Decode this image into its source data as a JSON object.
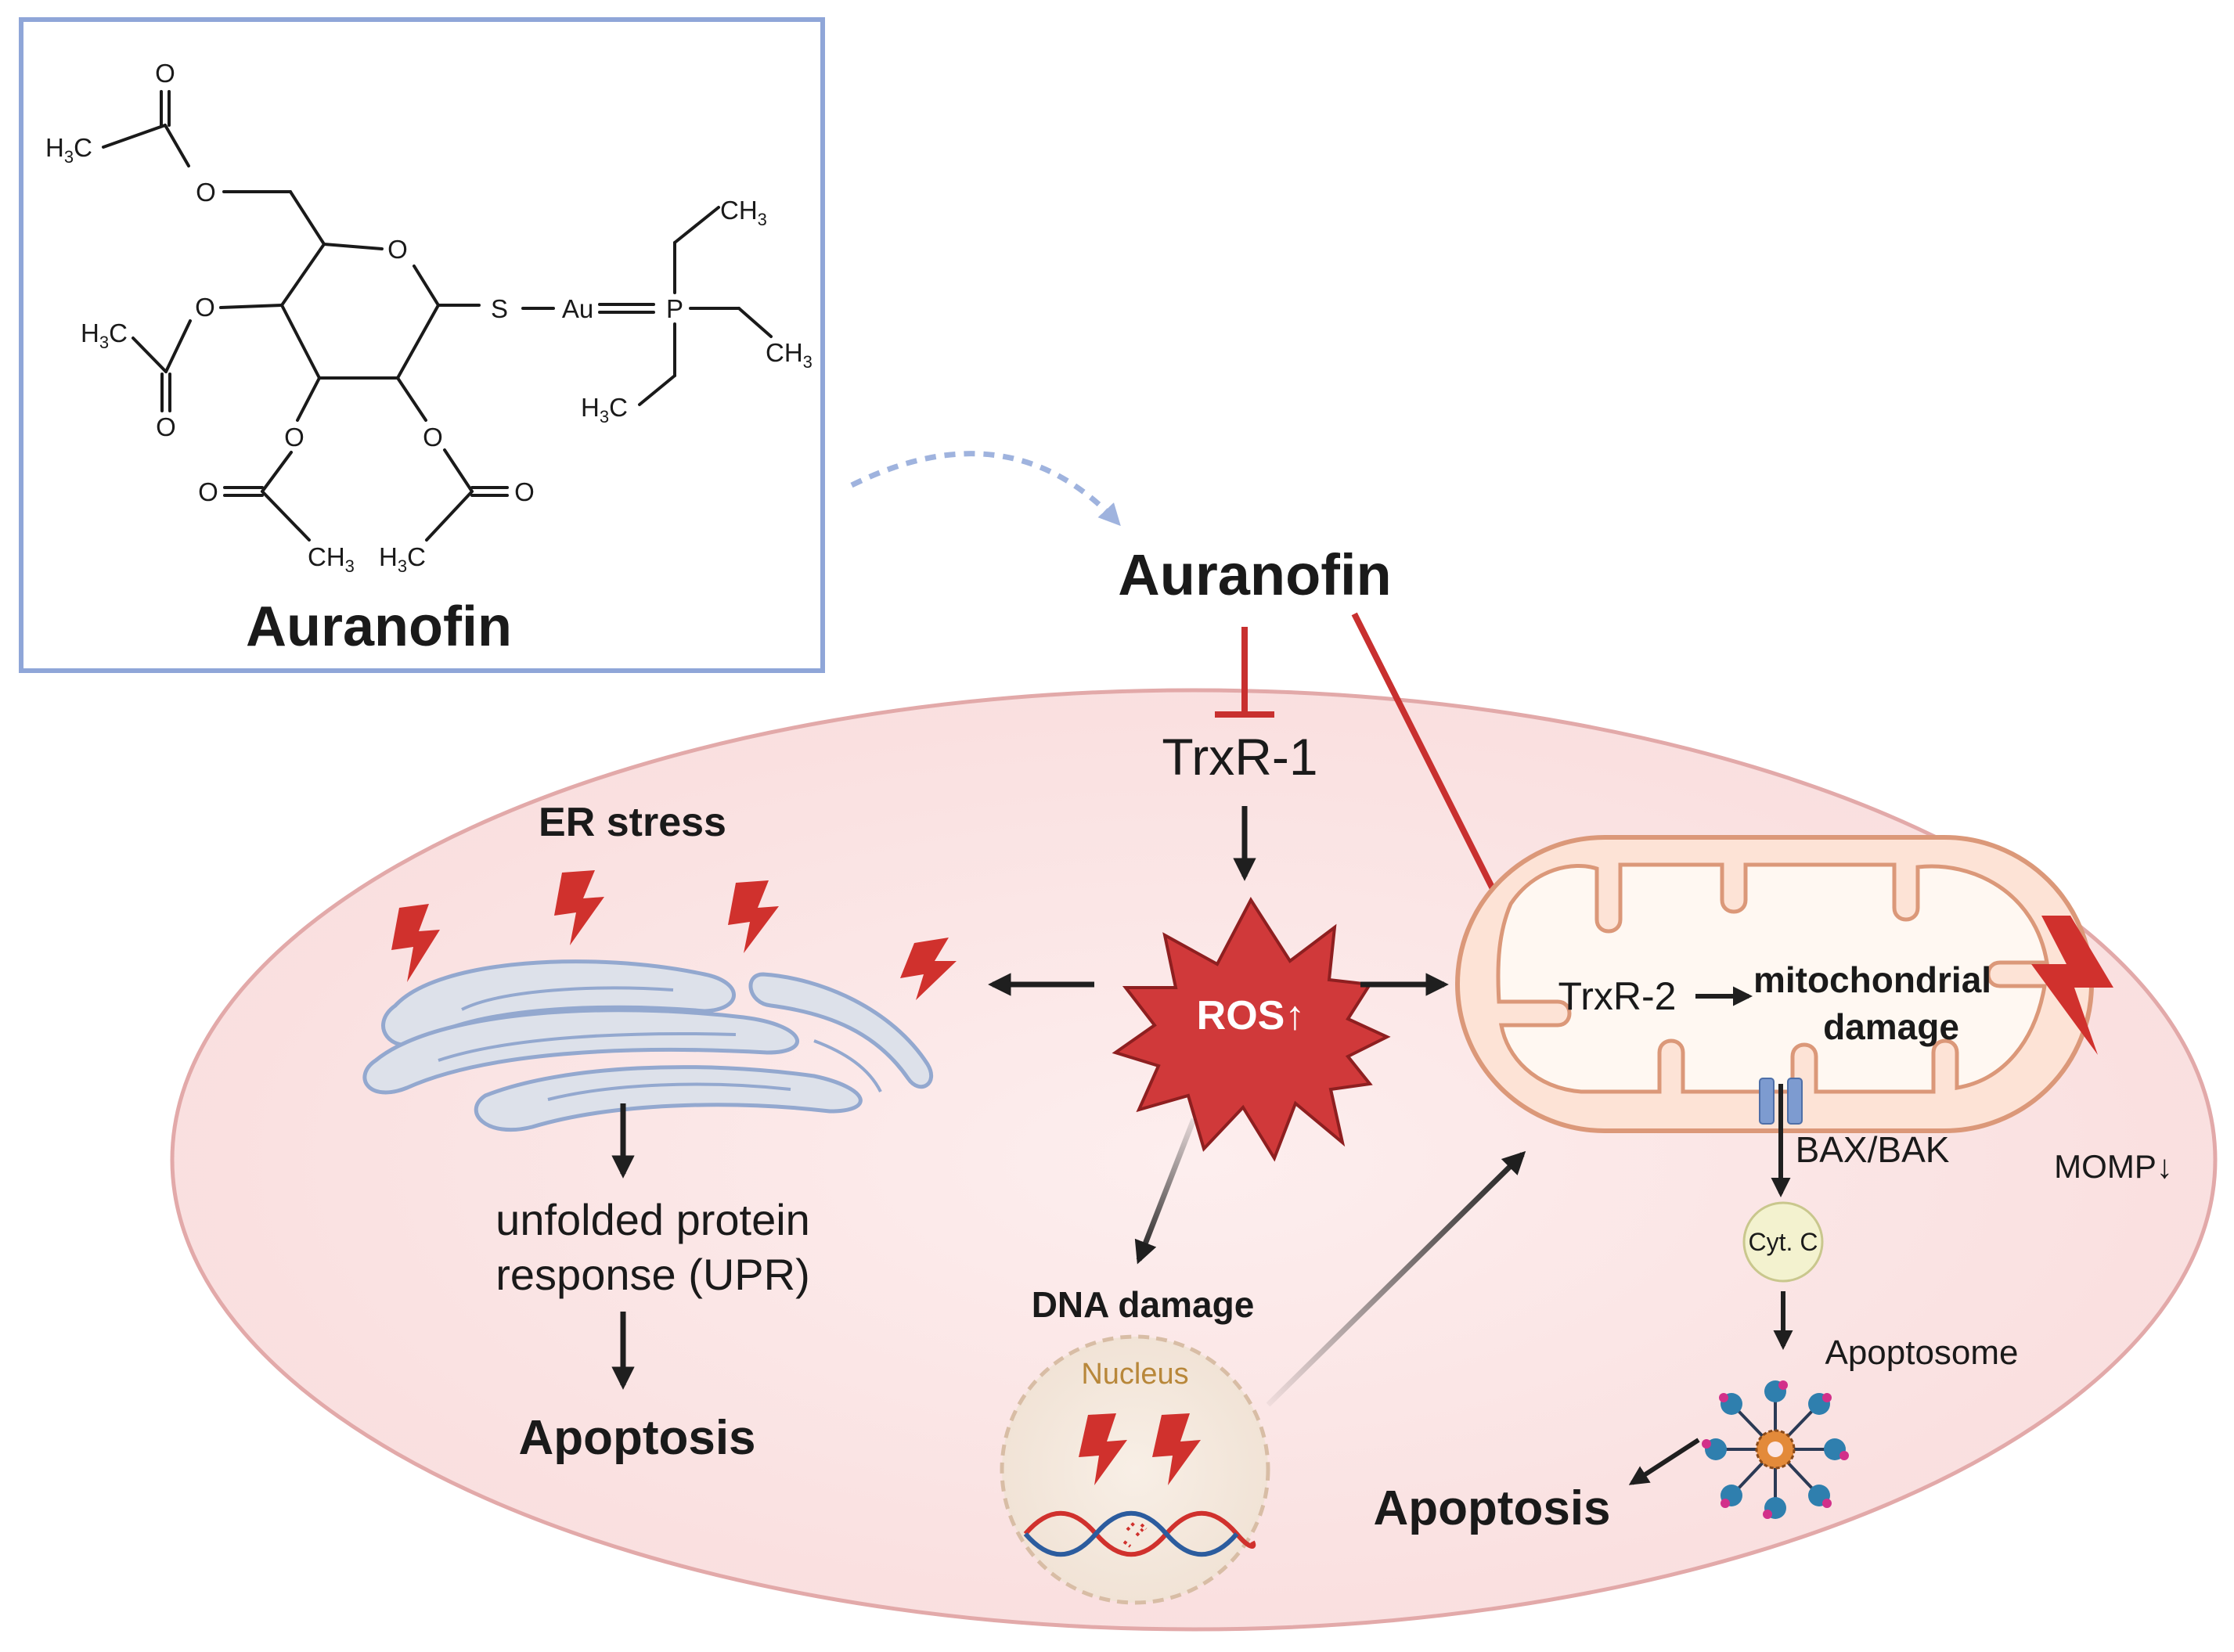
{
  "structure_box": {
    "title": "Auranofin",
    "atoms": {
      "o_top": "O",
      "h3c_top": "H3C",
      "o_ester_top": "O",
      "o_ring": "O",
      "o_ester_left": "O",
      "h3c_left": "H3C",
      "o_carbonyl_left": "O",
      "o_ester_bottom_left": "O",
      "o_ester_bottom_right": "O",
      "o_carbonyl_bottom_left": "O",
      "o_carbonyl_bottom_right": "O",
      "ch3_bottom_left": "CH3",
      "h3c_bottom_right": "H3C",
      "sulfur": "S",
      "gold": "Au",
      "phosphorus": "P",
      "ch3_p_top": "CH3",
      "ch3_p_right": "CH3",
      "h3c_p_bottom": "H3C"
    }
  },
  "drug_label": "Auranofin",
  "targets": {
    "trxr1": "TrxR-1",
    "trxr2": "TrxR-2"
  },
  "ros_label": "ROS↑",
  "er": {
    "title": "ER stress",
    "upr_line1": "unfolded protein",
    "upr_line2": "response (UPR)",
    "apoptosis": "Apoptosis"
  },
  "dna": {
    "title": "DNA damage",
    "nucleus": "Nucleus"
  },
  "mito": {
    "damage_line1": "mitochondrial",
    "damage_line2": "damage",
    "bax_bak": "BAX/BAK",
    "momp": "MOMP↓",
    "cyt_c": "Cyt. C",
    "apoptosome": "Apoptosome",
    "apoptosis": "Apoptosis"
  },
  "colors": {
    "cell_fill": "#fbe6e6",
    "cell_border": "#e2a9a9",
    "box_border": "#8fa6d8",
    "dashed_arrow": "#9fb3de",
    "inhibit_red": "#c8302f",
    "ros_red": "#d0393a",
    "er_fill": "#dde1ea",
    "er_stroke": "#93a8cf",
    "mito_fill": "#fde3d6",
    "mito_stroke": "#db9879",
    "bolt_red": "#d0312d",
    "nucleus_label": "#b8873a",
    "cytc_fill": "#f3f2cf",
    "channel_blue": "#7d9bd0",
    "apoptosome_blue": "#2f7fae"
  }
}
